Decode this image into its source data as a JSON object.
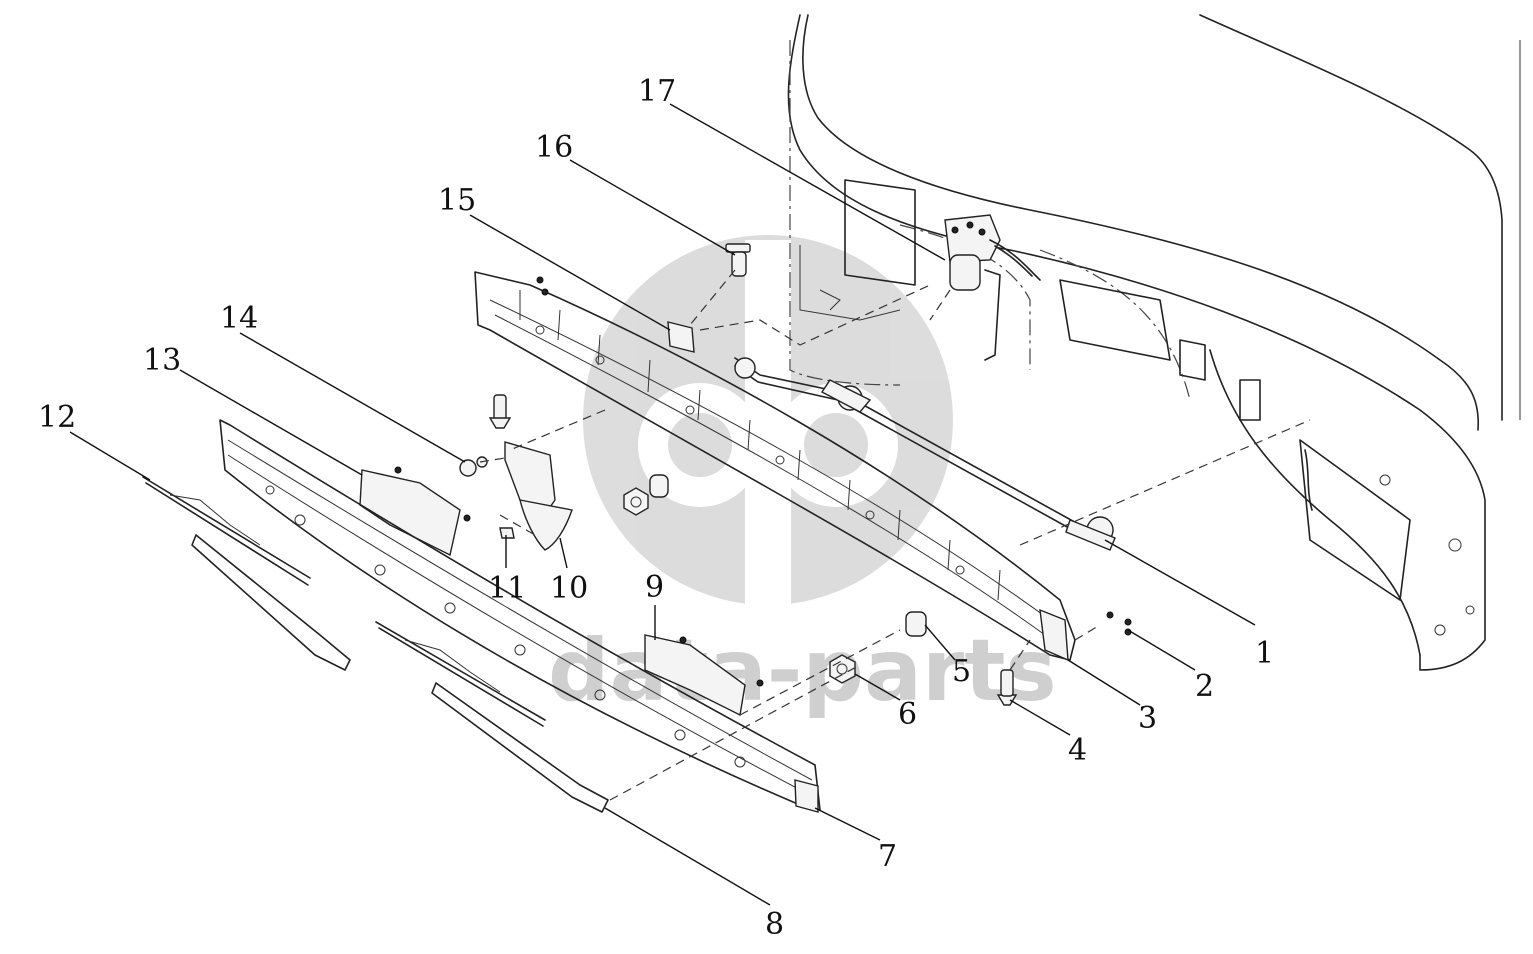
{
  "watermark": {
    "text": "data-parts",
    "color": "#cfcfcf"
  },
  "callouts": [
    {
      "id": "1",
      "label": "1"
    },
    {
      "id": "2",
      "label": "2"
    },
    {
      "id": "3",
      "label": "3"
    },
    {
      "id": "4",
      "label": "4"
    },
    {
      "id": "5",
      "label": "5"
    },
    {
      "id": "6",
      "label": "6"
    },
    {
      "id": "7",
      "label": "7"
    },
    {
      "id": "8",
      "label": "8"
    },
    {
      "id": "9",
      "label": "9"
    },
    {
      "id": "10",
      "label": "10"
    },
    {
      "id": "11",
      "label": "11"
    },
    {
      "id": "12",
      "label": "12"
    },
    {
      "id": "13",
      "label": "13"
    },
    {
      "id": "14",
      "label": "14"
    },
    {
      "id": "15",
      "label": "15"
    },
    {
      "id": "16",
      "label": "16"
    },
    {
      "id": "17",
      "label": "17"
    }
  ],
  "colors": {
    "line": "#222222",
    "background": "#ffffff",
    "watermark": "#cfcfcf"
  }
}
